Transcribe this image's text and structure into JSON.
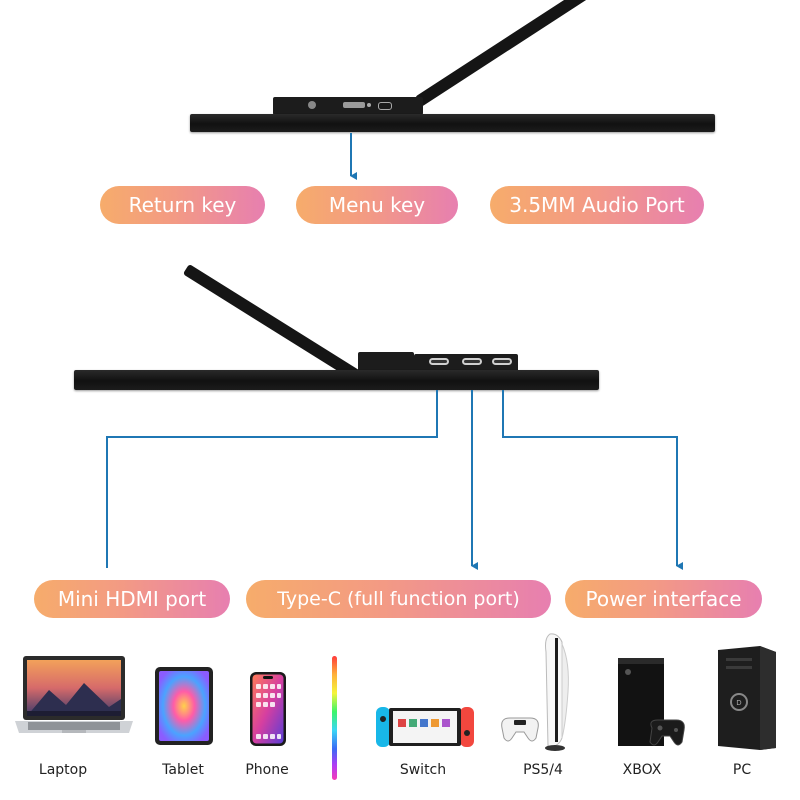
{
  "top_labels": {
    "return_key": "Return key",
    "menu_key": "Menu key",
    "audio_port": "3.5MM Audio Port"
  },
  "bottom_labels": {
    "mini_hdmi": "Mini HDMI port",
    "type_c": "Type-C (full function port)",
    "power": "Power interface"
  },
  "devices": {
    "laptop": "Laptop",
    "tablet": "Tablet",
    "phone": "Phone",
    "switch": "Switch",
    "ps": "PS5/4",
    "xbox": "XBOX",
    "pc": "PC"
  },
  "colors": {
    "line": "#1f77b4",
    "pill_start": "#f6ac6b",
    "pill_end": "#e77fb0"
  }
}
